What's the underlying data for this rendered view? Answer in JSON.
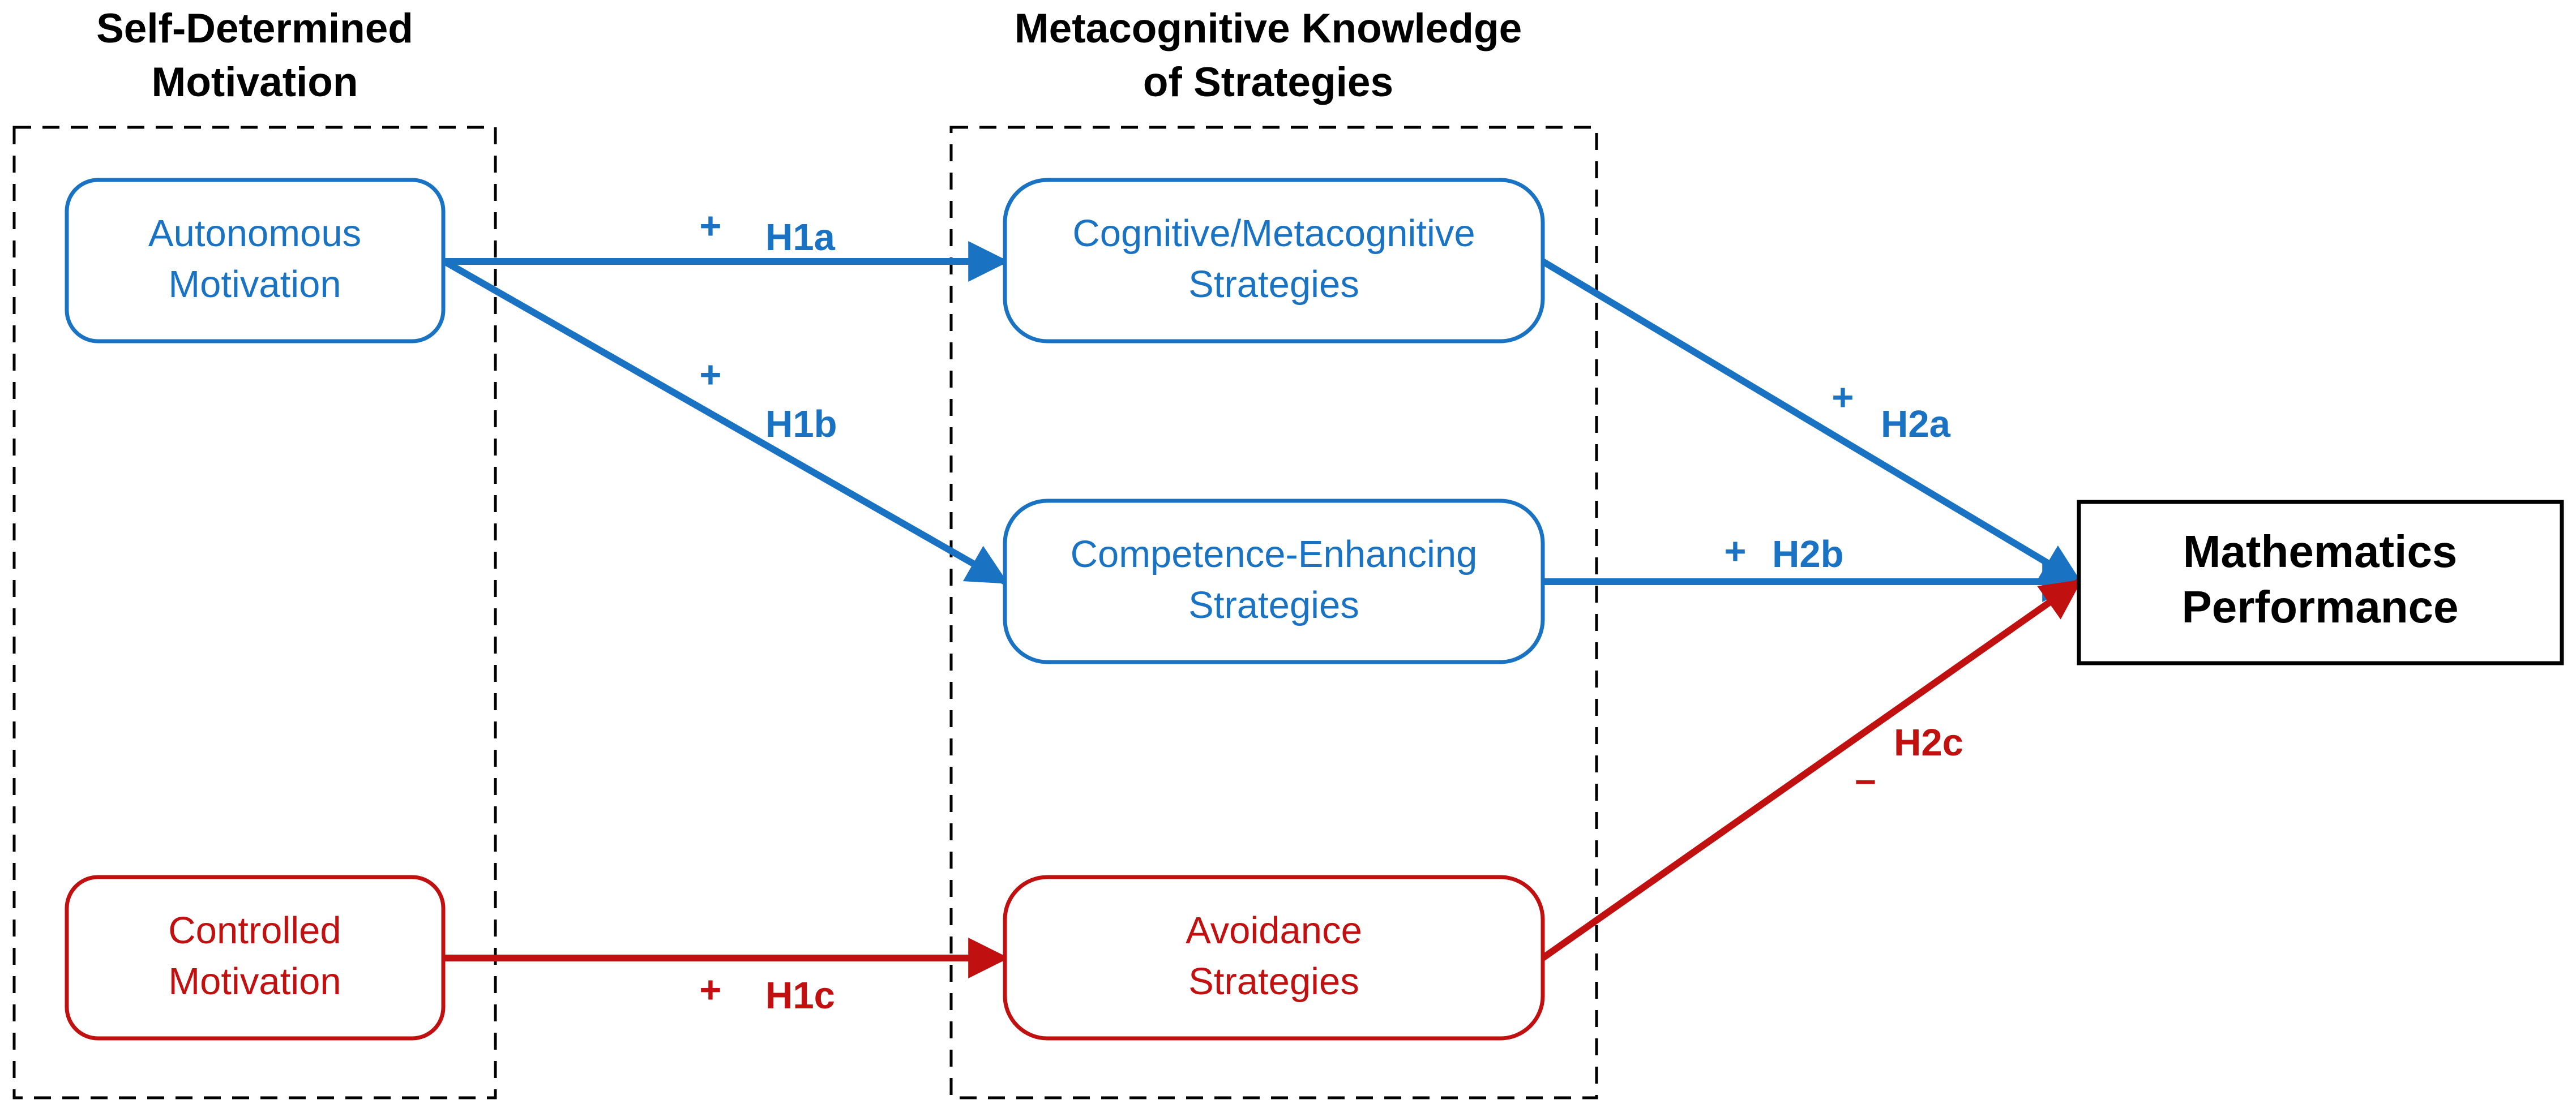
{
  "colors": {
    "blue": "#1a73c2",
    "red": "#c01010",
    "black": "#000000"
  },
  "groups": {
    "motivation": {
      "title_line1": "Self-Determined",
      "title_line2": "Motivation"
    },
    "strategies": {
      "title_line1": "Metacognitive Knowledge",
      "title_line2": "of Strategies"
    }
  },
  "nodes": {
    "autonomous": {
      "line1": "Autonomous",
      "line2": "Motivation"
    },
    "controlled": {
      "line1": "Controlled",
      "line2": "Motivation"
    },
    "cognitive": {
      "line1": "Cognitive/Metacognitive",
      "line2": "Strategies"
    },
    "competence": {
      "line1": "Competence-Enhancing",
      "line2": "Strategies"
    },
    "avoidance": {
      "line1": "Avoidance",
      "line2": "Strategies"
    },
    "performance": {
      "line1": "Mathematics",
      "line2": "Performance"
    }
  },
  "edges": {
    "h1a": {
      "sign": "+",
      "label": "H1a"
    },
    "h1b": {
      "sign": "+",
      "label": "H1b"
    },
    "h1c": {
      "sign": "+",
      "label": "H1c"
    },
    "h2a": {
      "sign": "+",
      "label": "H2a"
    },
    "h2b": {
      "sign": "+",
      "label": "H2b"
    },
    "h2c": {
      "sign": "–",
      "label": "H2c"
    }
  }
}
